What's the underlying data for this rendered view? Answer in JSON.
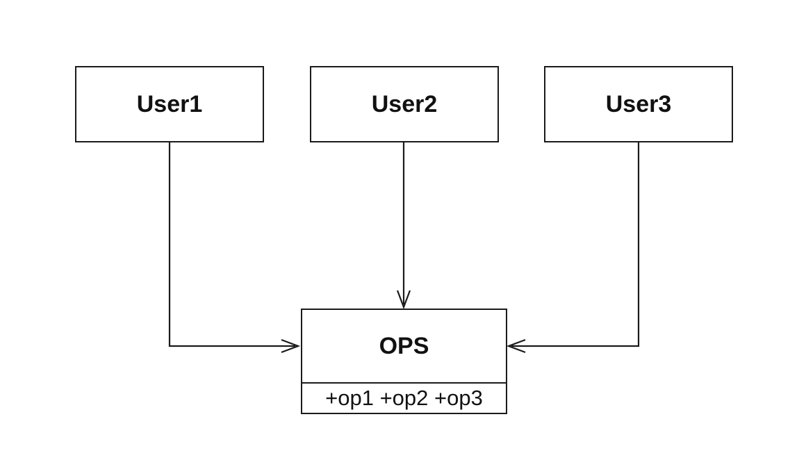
{
  "users": [
    {
      "label": "User1"
    },
    {
      "label": "User2"
    },
    {
      "label": "User3"
    }
  ],
  "ops": {
    "name": "OPS",
    "operations": "+op1 +op2 +op3"
  },
  "colors": {
    "line": "#1a1a1a",
    "background": "#ffffff"
  }
}
